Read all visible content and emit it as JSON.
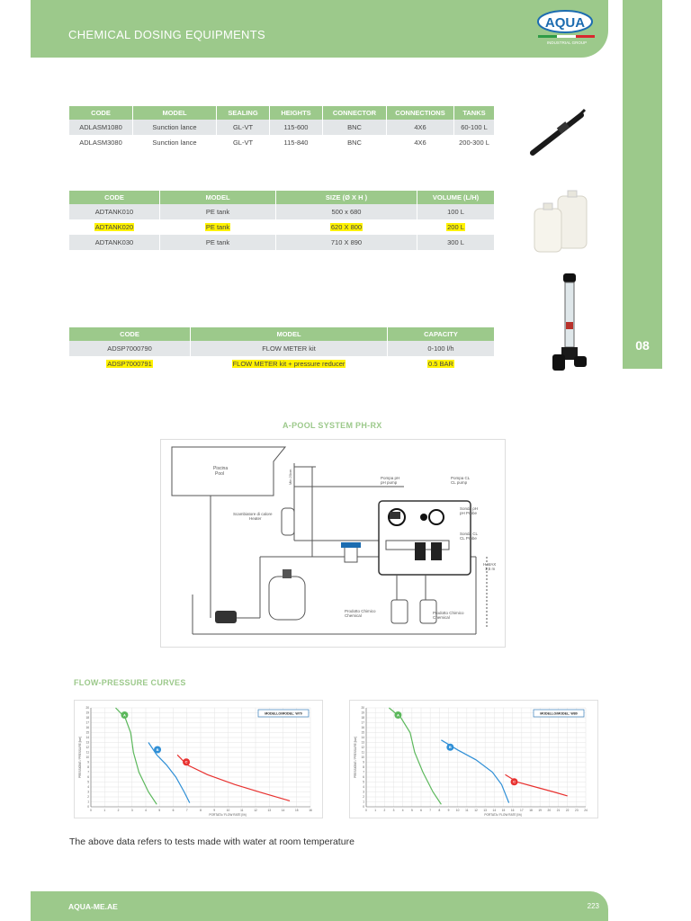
{
  "header": {
    "title": "CHEMICAL DOSING EQUIPMENTS",
    "logo_text": "AQUA",
    "logo_subtitle": "INDUSTRIAL GROUP"
  },
  "side_tab": {
    "number": "08"
  },
  "lance_table": {
    "headers": [
      "CODE",
      "MODEL",
      "SEALING",
      "HEIGHTS",
      "CONNECTOR",
      "CONNECTIONS",
      "TANKS"
    ],
    "rows": [
      [
        "ADLASM1080",
        "Sunction lance",
        "GL-VT",
        "115-600",
        "BNC",
        "4X6",
        "60-100 L"
      ],
      [
        "ADLASM3080",
        "Sunction lance",
        "GL-VT",
        "115-840",
        "BNC",
        "4X6",
        "200-300 L"
      ]
    ]
  },
  "tank_table": {
    "headers": [
      "CODE",
      "MODEL",
      "SIZE (Ø  X H )",
      "VOLUME (L/H)"
    ],
    "rows": [
      [
        "ADTANK010",
        "PE tank",
        "500 x 680",
        "100 L"
      ],
      [
        "ADTANK020",
        "PE tank",
        "620 X 800",
        "200 L"
      ],
      [
        "ADTANK030",
        "PE tank",
        "710 X 890",
        "300 L"
      ]
    ]
  },
  "flow_table": {
    "headers": [
      "CODE",
      "MODEL",
      "CAPACITY"
    ],
    "rows": [
      [
        "ADSP7000790",
        "FLOW METER kit",
        "0-100 l/h"
      ],
      [
        "ADSP7000791",
        "FLOW METER kit + pressure reducer",
        "0.5 BAR"
      ]
    ]
  },
  "system": {
    "title": "A-POOL SYSTEM PH-RX",
    "labels": {
      "pool": "Piscina\nPool",
      "heater": "Scambiatore di calore\nHeater",
      "pump_ph": "Pompa pH\npH pump",
      "pump_cl": "Pompa CL\nCL pump",
      "probe_ph": "Sonda pH\npH Probe",
      "probe_cl": "Sonda CL\nCL Probe",
      "chem1": "Prodotto Chimico\nChemical",
      "chem2": "Prodotto Chimico\nChemical",
      "hmax": "H MAX\n1,5 m",
      "min": "Min 20cm"
    }
  },
  "curves": {
    "title": "FLOW-PRESSURE CURVES",
    "colors": {
      "a": "#5cb85c",
      "b": "#2f8fd6",
      "c": "#e8312f"
    }
  },
  "chart_data": [
    {
      "type": "line",
      "legend_label": "MODELLO/MODEL: W70",
      "ylabel": "PRESSIONE / PRESSURE [bar]",
      "xlabel": "PORTATA / FLOW RATE [l/h]",
      "xlim": [
        0,
        16
      ],
      "ylim": [
        0,
        20
      ],
      "x_ticks": [
        0,
        1,
        2,
        3,
        4,
        5,
        6,
        7,
        8,
        9,
        10,
        11,
        12,
        13,
        14,
        15,
        16
      ],
      "y_ticks": [
        0,
        1,
        2,
        3,
        4,
        5,
        6,
        7,
        8,
        9,
        10,
        11,
        12,
        13,
        14,
        15,
        16,
        17,
        18,
        19,
        20
      ],
      "series": [
        {
          "name": "A",
          "color": "#5cb85c",
          "points": [
            [
              1.8,
              20
            ],
            [
              2.5,
              18
            ],
            [
              2.9,
              15
            ],
            [
              3.1,
              11
            ],
            [
              3.5,
              7
            ],
            [
              4.2,
              3
            ],
            [
              4.8,
              0.5
            ]
          ]
        },
        {
          "name": "B",
          "color": "#2f8fd6",
          "points": [
            [
              4.2,
              13
            ],
            [
              4.8,
              10.5
            ],
            [
              5.5,
              8.5
            ],
            [
              6.2,
              6
            ],
            [
              6.8,
              3
            ],
            [
              7.2,
              0.8
            ]
          ]
        },
        {
          "name": "C",
          "color": "#e8312f",
          "points": [
            [
              6.3,
              10.5
            ],
            [
              7,
              8.5
            ],
            [
              8.5,
              6.5
            ],
            [
              10.5,
              4.5
            ],
            [
              12.5,
              2.8
            ],
            [
              14.5,
              1.2
            ]
          ]
        }
      ]
    },
    {
      "type": "line",
      "legend_label": "MODELLO/MODEL: W80",
      "ylabel": "PRESSIONE / PRESSURE [bar]",
      "xlabel": "PORTATA / FLOW RATE [l/h]",
      "xlim": [
        0,
        24
      ],
      "ylim": [
        0,
        20
      ],
      "x_ticks": [
        0,
        1,
        2,
        3,
        4,
        5,
        6,
        7,
        8,
        9,
        10,
        11,
        12,
        13,
        14,
        15,
        16,
        17,
        18,
        19,
        20,
        21,
        22,
        23,
        24
      ],
      "y_ticks": [
        0,
        1,
        2,
        3,
        4,
        5,
        6,
        7,
        8,
        9,
        10,
        11,
        12,
        13,
        14,
        15,
        16,
        17,
        18,
        19,
        20
      ],
      "series": [
        {
          "name": "A",
          "color": "#5cb85c",
          "points": [
            [
              2.5,
              20
            ],
            [
              3.8,
              18
            ],
            [
              4.8,
              15
            ],
            [
              5.3,
              11
            ],
            [
              6.2,
              7
            ],
            [
              7.3,
              3
            ],
            [
              8.2,
              0.5
            ]
          ]
        },
        {
          "name": "B",
          "color": "#2f8fd6",
          "points": [
            [
              8.2,
              13.5
            ],
            [
              10,
              11.5
            ],
            [
              12,
              9.5
            ],
            [
              13.8,
              7
            ],
            [
              14.8,
              4.5
            ],
            [
              15.6,
              0.8
            ]
          ]
        },
        {
          "name": "C",
          "color": "#e8312f",
          "points": [
            [
              15.2,
              6.5
            ],
            [
              16.5,
              5
            ],
            [
              18.5,
              4
            ],
            [
              20.5,
              3
            ],
            [
              22,
              2.2
            ]
          ]
        }
      ]
    }
  ],
  "note": "The above data refers to tests made with water at room temperature",
  "footer": {
    "site": "AQUA-ME.AE",
    "page": "223"
  }
}
